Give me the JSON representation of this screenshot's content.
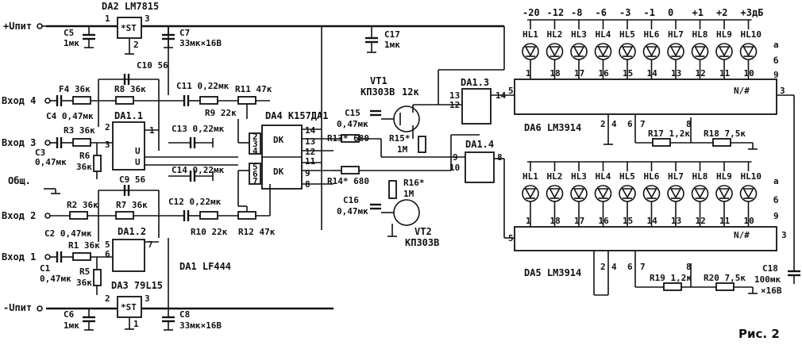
{
  "figure_caption": "Рис. 2",
  "supply": {
    "pos": "+Uпит",
    "neg": "-Uпит",
    "common": "Общ."
  },
  "inputs": [
    "Вход 4",
    "Вход 3",
    "Вход 2",
    "Вход 1"
  ],
  "db_scale": [
    "-20",
    "-12",
    "-8",
    "-6",
    "-3",
    "-1",
    "0",
    "+1",
    "+2",
    "+3дБ"
  ],
  "leds_top": [
    "HL1",
    "HL2",
    "HL3",
    "HL4",
    "HL5",
    "HL6",
    "HL7",
    "HL8",
    "HL9",
    "HL10"
  ],
  "leds_bottom": [
    "HL1",
    "HL2",
    "HL3",
    "HL4",
    "HL5",
    "HL6",
    "HL7",
    "HL8",
    "HL9",
    "HL10"
  ],
  "led_pins": [
    "1",
    "18",
    "17",
    "16",
    "15",
    "14",
    "13",
    "12",
    "11",
    "10"
  ],
  "ic": {
    "da2": "DA2 LM7815",
    "da3": "DA3 79L15",
    "da1": "DA1 LF444",
    "da4": "DA4 K157ДА1",
    "da6": "DA6 LM3914",
    "da5": "DA5 LM3914",
    "da11": "DA1.1",
    "da12": "DA1.2",
    "da13": "DA1.3",
    "da14": "DA1.4",
    "reg_tag": "*ST",
    "dk": "DK",
    "opamp_sign": "N/#",
    "vt1": "VT1",
    "vt1_type": "КП303В",
    "vt2": "VT2",
    "vt2_type": "КП303В"
  },
  "comp": {
    "c5": "C5",
    "c5v": "1мк",
    "c7": "C7",
    "c7v": "33мк×16В",
    "c17": "C17",
    "c17v": "1мк",
    "c10": "C10 56",
    "f4": "F4 36к",
    "r8": "R8 36к",
    "c4": "C4 0,47мк",
    "c11": "C11 0,22мк",
    "r9": "R9 22к",
    "r11": "R11 47к",
    "r3": "R3 36к",
    "c3": "C3",
    "c3v": "0,47мк",
    "r6": "R6",
    "r6v": "36к",
    "c13": "C13 0,22мк",
    "c14": "C14 0,22мк",
    "c9": "C9 56",
    "r2": "R2 36к",
    "r7": "R7 36к",
    "c2": "C2 0,47мк",
    "c12": "C12 0,22мк",
    "r10": "R10 22к",
    "r12": "R12 47к",
    "r1": "R1 36к",
    "c1": "C1",
    "c1v": "0,47мк",
    "r5": "R5",
    "r5v": "36к",
    "c6": "C6",
    "c6v": "1мк",
    "c8": "C8",
    "c8v": "33мк×16В",
    "c15": "C15",
    "c15v": "0,47мк",
    "r13": "R13* 680",
    "r14": "R14* 680",
    "r15": "R15*",
    "r15v": "1М",
    "r16": "R16*",
    "r16v": "1М",
    "c16": "C16",
    "c16v": "0,47мк",
    "r_12k": "12к",
    "r17": "R17 1,2к",
    "r18": "R18 7,5к",
    "r19": "R19 1,2к",
    "r20": "R20 7,5к",
    "c18": "C18",
    "c18v": "100мк",
    "c18v2": "×16В"
  },
  "jumper_labels": {
    "a": "а",
    "b": "б",
    "nine": "9",
    "three": "3",
    "eight": "8"
  }
}
